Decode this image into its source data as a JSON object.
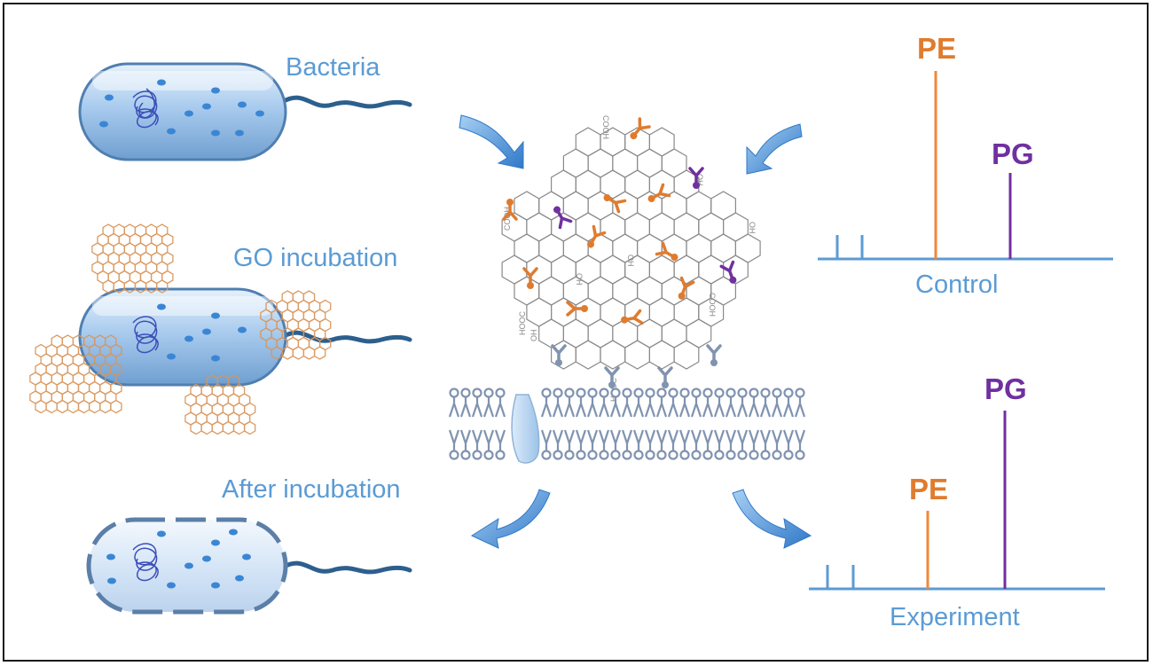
{
  "labels": {
    "bacteria": "Bacteria",
    "go_incubation": "GO incubation",
    "after_incubation": "After incubation",
    "control": "Control",
    "experiment": "Experiment",
    "pe_control": "PE",
    "pg_control": "PG",
    "pe_experiment": "PE",
    "pg_experiment": "PG"
  },
  "graphene_labels": {
    "cooh_top": "COOH",
    "cooh_left": "COOH",
    "cooh_right": "COOH",
    "hooc_left": "HOOC",
    "hooc_bottom": "HOOC",
    "oh_1": "OH",
    "oh_2": "OH",
    "oh_3": "OH",
    "oh_4": "OH",
    "oh_5": "OH"
  },
  "colors": {
    "label_blue": "#5b9bd5",
    "pe_orange": "#e07b2e",
    "pg_purple": "#7030a0",
    "arrow_blue": "#4a90d9",
    "bacterium_body": "#9ec3e8",
    "go_sheet": "#d9a06a",
    "membrane": "#8093b0"
  },
  "spectra": {
    "control": {
      "PE": 1.0,
      "PG": 0.45
    },
    "experiment": {
      "PE": 0.31,
      "PG": 0.87
    }
  }
}
